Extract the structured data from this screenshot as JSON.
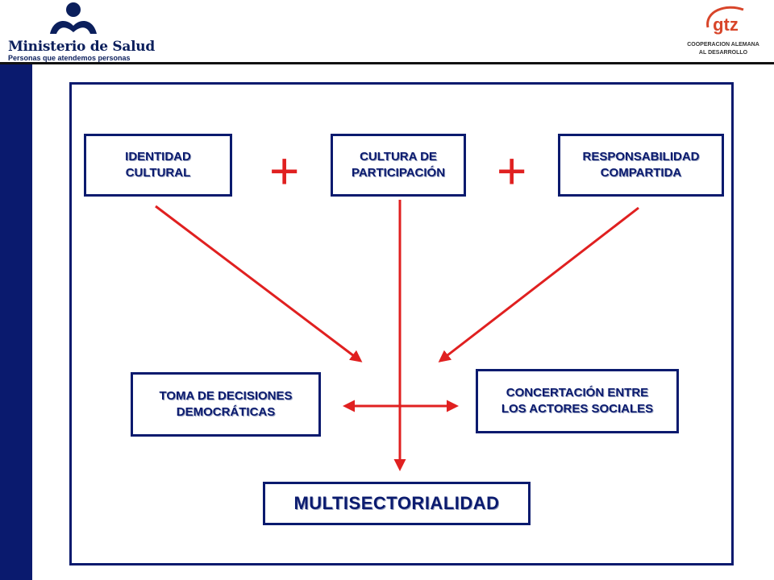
{
  "header": {
    "ministry_title": "Ministerio de Salud",
    "ministry_subtitle": "Personas que atendemos personas",
    "partner_name": "gtz",
    "partner_line1": "COOPERACION ALEMANA",
    "partner_line2": "AL DESARROLLO"
  },
  "diagram": {
    "top_boxes": [
      {
        "label": "IDENTIDAD\nCULTURAL"
      },
      {
        "label": "CULTURA DE\nPARTICIPACIÓN"
      },
      {
        "label": "RESPONSABILIDAD\nCOMPARTIDA"
      }
    ],
    "plus_symbol": "+",
    "middle_left": "TOMA DE DECISIONES\nDEMOCRÁTICAS",
    "middle_right": "CONCERTACIÓN ENTRE\nLOS ACTORES SOCIALES",
    "result": "MULTISECTORIALIDAD"
  },
  "colors": {
    "brand_navy": "#0a1a6e",
    "arrow_red": "#e02020"
  }
}
